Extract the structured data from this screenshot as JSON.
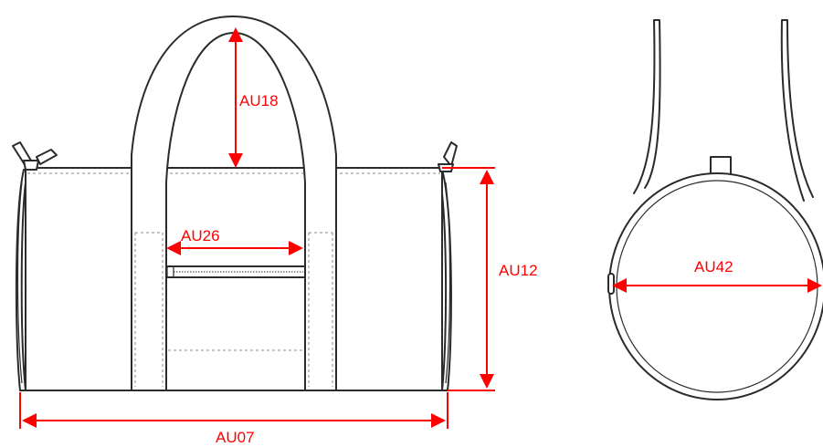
{
  "diagram": {
    "line_color": "#2b2b2b",
    "dimension_color": "#ff0000",
    "dimensions": {
      "handle_drop": "AU18",
      "pocket_width": "AU26",
      "body_height": "AU12",
      "body_length": "AU07",
      "end_diameter": "AU42"
    }
  }
}
